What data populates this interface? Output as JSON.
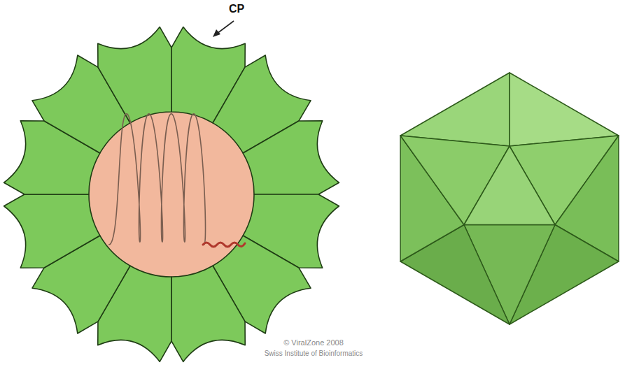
{
  "diagram": {
    "labels": [
      "CP",
      "© ViralZone 2008",
      "Swiss Institute of Bioinformatics"
    ]
  }
}
